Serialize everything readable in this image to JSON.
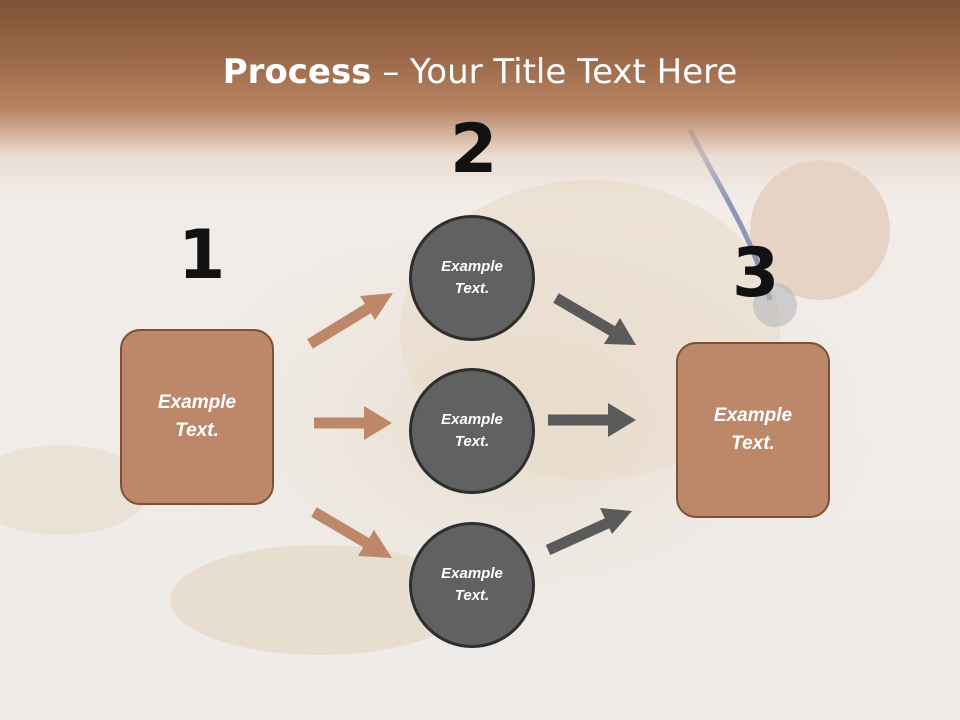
{
  "title": {
    "bold": "Process",
    "rest": " – Your Title Text Here"
  },
  "numbers": {
    "one": "1",
    "two": "2",
    "three": "3"
  },
  "boxes": {
    "left": {
      "text": "Example Text."
    },
    "right": {
      "text": "Example Text."
    }
  },
  "circles": [
    {
      "text": "Example Text."
    },
    {
      "text": "Example Text."
    },
    {
      "text": "Example Text."
    }
  ],
  "colors": {
    "header": "#9c6a4a",
    "box_fill": "#bd886a",
    "box_border": "#7d5038",
    "circle_fill": "#616161",
    "circle_border": "#2e2e2e",
    "arrow_brown": "#bd886a",
    "arrow_gray": "#5a5a5a"
  }
}
